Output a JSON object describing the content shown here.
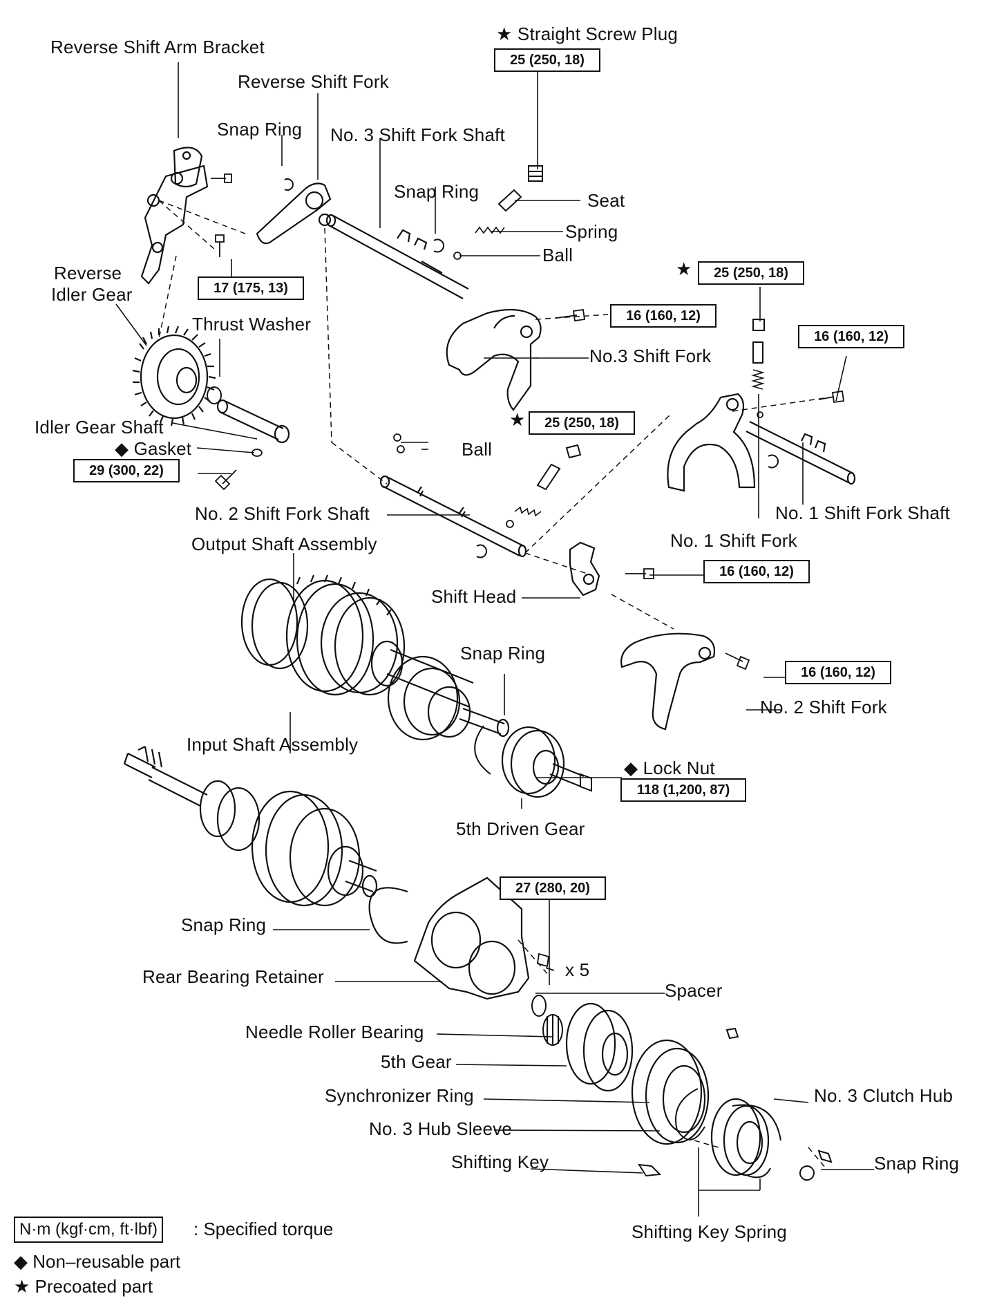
{
  "labels": {
    "reverse_shift_arm_bracket": "Reverse Shift Arm Bracket",
    "reverse_shift_fork": "Reverse Shift Fork",
    "snap_ring_1": "Snap Ring",
    "no3_shift_fork_shaft": "No. 3 Shift Fork Shaft",
    "snap_ring_2": "Snap Ring",
    "straight_screw_plug": "★ Straight Screw Plug",
    "seat": "Seat",
    "spring": "Spring",
    "ball_1": "Ball",
    "reverse_idler_gear_1": "Reverse",
    "reverse_idler_gear_2": "Idler Gear",
    "thrust_washer": "Thrust Washer",
    "idler_gear_shaft": "Idler Gear Shaft",
    "gasket": "◆ Gasket",
    "no3_shift_fork": "No.3 Shift Fork",
    "ball_2": "Ball",
    "no2_shift_fork_shaft": "No. 2 Shift Fork Shaft",
    "output_shaft_assembly": "Output Shaft Assembly",
    "no1_shift_fork_shaft": "No. 1 Shift Fork Shaft",
    "no1_shift_fork": "No. 1 Shift Fork",
    "shift_head": "Shift Head",
    "snap_ring_3": "Snap Ring",
    "no2_shift_fork": "No. 2 Shift Fork",
    "input_shaft_assembly": "Input Shaft Assembly",
    "lock_nut": "◆ Lock Nut",
    "fifth_driven_gear": "5th Driven Gear",
    "snap_ring_4": "Snap Ring",
    "x5": "x 5",
    "rear_bearing_retainer": "Rear Bearing Retainer",
    "spacer": "Spacer",
    "needle_roller_bearing": "Needle Roller Bearing",
    "fifth_gear": "5th Gear",
    "synchronizer_ring": "Synchronizer Ring",
    "no3_clutch_hub": "No. 3 Clutch Hub",
    "no3_hub_sleeve": "No. 3 Hub Sleeve",
    "shifting_key": "Shifting Key",
    "snap_ring_5": "Snap Ring",
    "shifting_key_spring": "Shifting Key Spring"
  },
  "torques": {
    "straight_screw_plug": "25 (250, 18)",
    "bracket_bolt": "17 (175, 13)",
    "no3_fork_bolt": "16 (160, 12)",
    "plug_right": "25 (250, 18)",
    "no1_fork_bolt": "16 (160, 12)",
    "plug_middle": "25 (250, 18)",
    "idler_shaft_bolt": "29 (300, 22)",
    "shift_head_bolt": "16 (160, 12)",
    "no2_fork_bolt": "16 (160, 12)",
    "lock_nut": "118 (1,200, 87)",
    "retainer_bolts": "27 (280, 20)"
  },
  "stars": {
    "plug_right": "★",
    "plug_middle": "★"
  },
  "legend": {
    "unit_box": "N·m (kgf·cm, ft·lbf)",
    "specified_torque": ": Specified torque",
    "non_reusable": "◆ Non–reusable part",
    "precoated": "★ Precoated part"
  }
}
